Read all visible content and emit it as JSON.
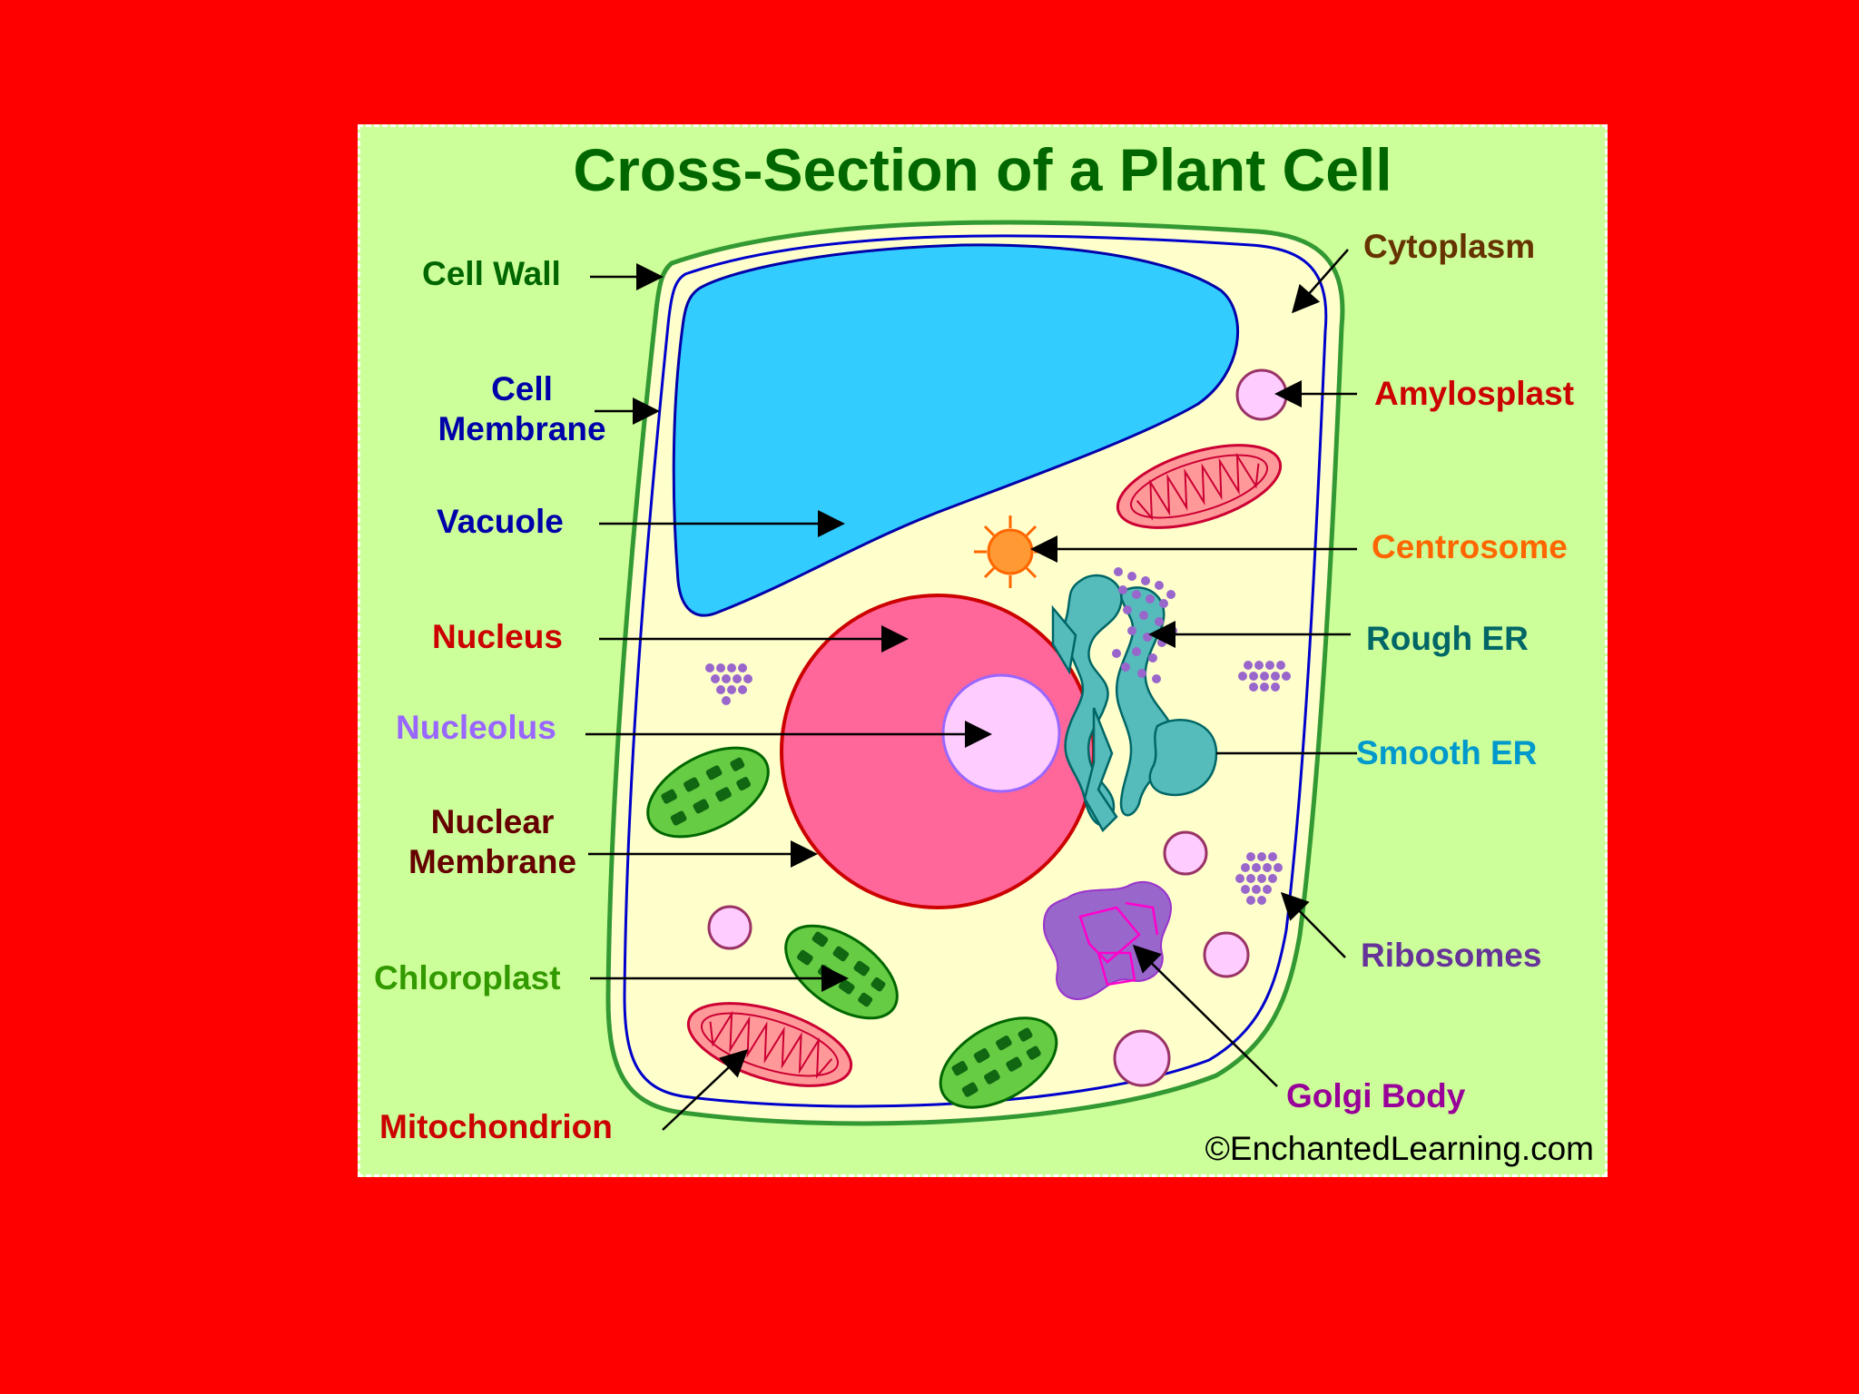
{
  "title": "Cross-Section of a Plant Cell",
  "copyright": "©EnchantedLearning.com",
  "colors": {
    "background": "#ff0000",
    "panel": "#ccff99",
    "title": "#006600",
    "cytoplasm": "#ffffcc",
    "cell_wall": "#339933",
    "membrane": "#0000cc",
    "vacuole": "#33ccff",
    "nucleus": "#ff6699",
    "nucleolus": "#ffccff",
    "chloroplast": "#66cc44",
    "mitochondrion": "#ff9999",
    "golgi": "#9966cc",
    "er": "#55bbbb",
    "centrosome": "#ff9933",
    "amyloplast": "#ffccff",
    "ribosome": "#9966cc"
  },
  "labels": {
    "cell_wall": {
      "text": "Cell Wall",
      "color": "#006600"
    },
    "cell_membrane_line1": {
      "text": "Cell",
      "color": "#0000aa"
    },
    "cell_membrane_line2": {
      "text": "Membrane",
      "color": "#0000aa"
    },
    "vacuole": {
      "text": "Vacuole",
      "color": "#0000aa"
    },
    "nucleus": {
      "text": "Nucleus",
      "color": "#cc0000"
    },
    "nucleolus": {
      "text": "Nucleolus",
      "color": "#9966ff"
    },
    "nuclear_membrane_line1": {
      "text": "Nuclear",
      "color": "#660000"
    },
    "nuclear_membrane_line2": {
      "text": "Membrane",
      "color": "#660000"
    },
    "chloroplast": {
      "text": "Chloroplast",
      "color": "#339900"
    },
    "mitochondrion": {
      "text": "Mitochondrion",
      "color": "#cc0000"
    },
    "cytoplasm": {
      "text": "Cytoplasm",
      "color": "#663300"
    },
    "amyloplast": {
      "text": "Amylosplast",
      "color": "#cc0000"
    },
    "centrosome": {
      "text": "Centrosome",
      "color": "#ff6600"
    },
    "rough_er": {
      "text": "Rough ER",
      "color": "#006666"
    },
    "smooth_er": {
      "text": "Smooth ER",
      "color": "#0099cc"
    },
    "ribosomes": {
      "text": "Ribosomes",
      "color": "#663399"
    },
    "golgi_body": {
      "text": "Golgi Body",
      "color": "#990099"
    }
  }
}
